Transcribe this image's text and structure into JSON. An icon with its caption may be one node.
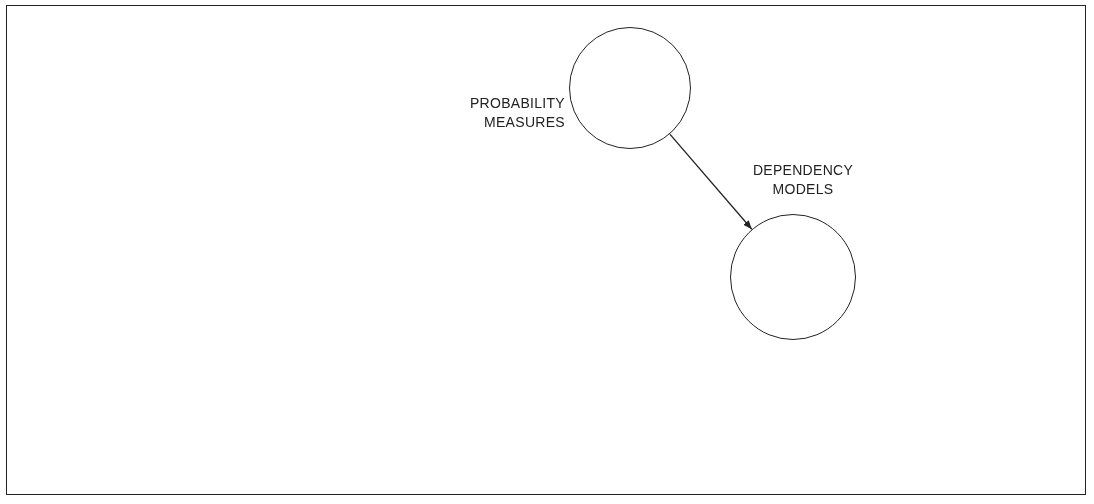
{
  "diagram": {
    "nodes": [
      {
        "text": [
          "PROBABILITY MEASURES"
        ]
      },
      {
        "text": [
          "DEPENDENCY MODELS"
        ]
      }
    ],
    "edges": [
      {
        "from": 0,
        "to": 1,
        "arrow": "to"
      }
    ]
  }
}
